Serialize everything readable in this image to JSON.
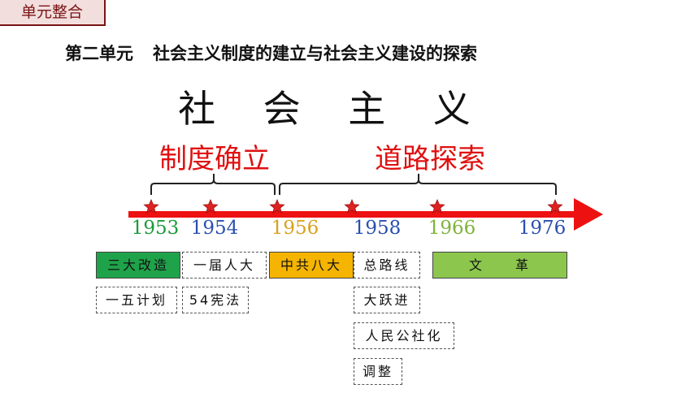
{
  "tag": "单元整合",
  "unit": {
    "label": "第二单元",
    "title": "社会主义制度的建立与社会主义建设的探索"
  },
  "main_title": "社 会 主 义",
  "phases": {
    "left": "制度确立",
    "right": "道路探索"
  },
  "years": [
    {
      "label": "1953",
      "color": "#1a9a3a"
    },
    {
      "label": "1954",
      "color": "#2a4fb0"
    },
    {
      "label": "1956",
      "color": "#d9a11c"
    },
    {
      "label": "1958",
      "color": "#2a4fb0"
    },
    {
      "label": "1966",
      "color": "#7fb33a"
    },
    {
      "label": "1976",
      "color": "#2a4fb0"
    }
  ],
  "events": {
    "sanda_gaizao": "三大改造",
    "yijie_renda": "一届人大",
    "zhonggong_bada": "中共八大",
    "zongluxian": "总路线",
    "wenge": "文　　革",
    "yiwu_jihua": "一五计划",
    "xianfa_54": "54宪法",
    "dayuejin": "大跃进",
    "renmin_gongshe": "人民公社化",
    "tiaozheng": "调整"
  },
  "colors": {
    "arrow": "#ee1111",
    "star": "#dd2222",
    "sanda_fill": "#1fa34a",
    "bada_fill": "#f4b400",
    "wenge_fill": "#8cc64d",
    "brace": "#222222"
  }
}
